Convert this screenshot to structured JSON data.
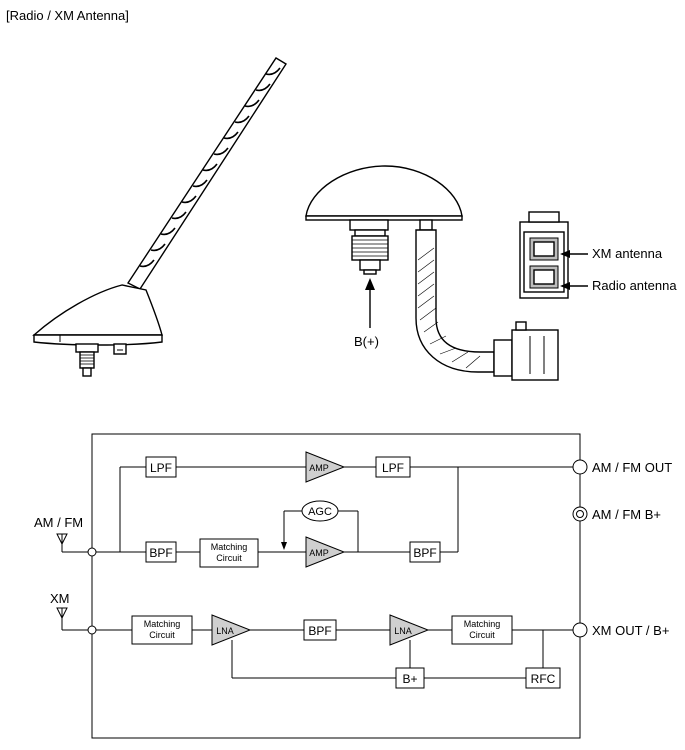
{
  "page_title": "[Radio / XM Antenna]",
  "illustration": {
    "bplus_label": "B(+)",
    "xm_antenna_label": "XM antenna",
    "radio_antenna_label": "Radio antenna"
  },
  "block_diagram": {
    "inputs": {
      "am_fm": "AM / FM",
      "xm": "XM"
    },
    "outputs": {
      "am_fm_out": "AM / FM OUT",
      "am_fm_bplus": "AM / FM B+",
      "xm_out": "XM OUT / B+"
    },
    "blocks": {
      "lpf_1": "LPF",
      "amp_1": "AMP",
      "lpf_2": "LPF",
      "agc": "AGC",
      "bpf_1": "BPF",
      "matching_1_line1": "Matching",
      "matching_1_line2": "Circuit",
      "amp_2": "AMP",
      "bpf_2": "BPF",
      "matching_2_line1": "Matching",
      "matching_2_line2": "Circuit",
      "lna_1": "LNA",
      "bpf_3": "BPF",
      "lna_2": "LNA",
      "matching_3_line1": "Matching",
      "matching_3_line2": "Circuit",
      "bplus": "B+",
      "rfc": "RFC"
    }
  }
}
